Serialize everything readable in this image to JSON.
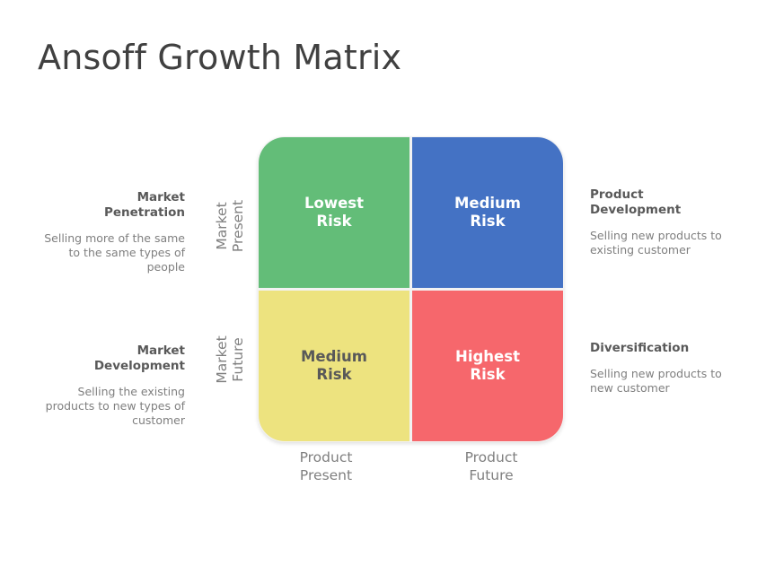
{
  "title": "Ansoff Growth Matrix",
  "colors": {
    "lowest_risk": "#63BD78",
    "medium_risk_top": "#4472C4",
    "medium_risk_bottom": "#EDE37F",
    "highest_risk": "#F6676C",
    "heading_text": "#595959",
    "body_text": "#7F7F7F",
    "title_text": "#404040"
  },
  "matrix": {
    "quadrants": [
      {
        "position": "top-left",
        "label": "Lowest\nRisk"
      },
      {
        "position": "top-right",
        "label": "Medium\nRisk"
      },
      {
        "position": "bottom-left",
        "label": "Medium\nRisk"
      },
      {
        "position": "bottom-right",
        "label": "Highest\nRisk"
      }
    ],
    "row_labels": [
      "Market\nPresent",
      "Market\nFuture"
    ],
    "column_labels": [
      "Product\nPresent",
      "Product\nFuture"
    ]
  },
  "strategies": {
    "market_penetration": {
      "heading": "Market\nPenetration",
      "description": "Selling  more of the same\nto the same types of\npeople"
    },
    "market_development": {
      "heading": "Market\nDevelopment",
      "description": "Selling  the existing\nproducts to new types of\ncustomer"
    },
    "product_development": {
      "heading": "Product\nDevelopment",
      "description": "Selling  new products to\nexisting customer"
    },
    "diversification": {
      "heading": "Diversification",
      "description": "Selling  new products to\nnew customer"
    }
  }
}
